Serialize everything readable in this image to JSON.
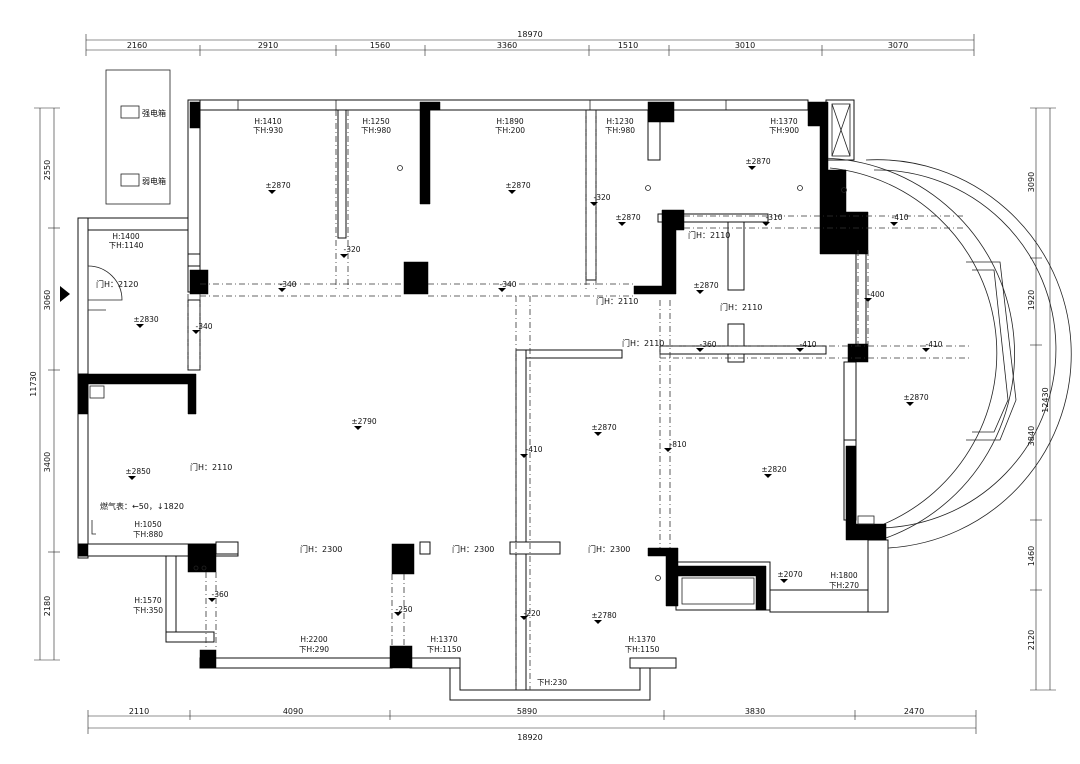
{
  "dimensions": {
    "top_total": "18970",
    "top": [
      "2160",
      "2910",
      "1560",
      "3360",
      "1510",
      "3010",
      "3070"
    ],
    "bottom": [
      "2110",
      "4090",
      "5890",
      "3830",
      "2470"
    ],
    "bottom_total": "18920",
    "left_total": "11730",
    "left": [
      "2550",
      "3060",
      "3400",
      "2180"
    ],
    "right_total": "12430",
    "right": [
      "3090",
      "1920",
      "3840",
      "1460",
      "2120"
    ]
  },
  "panels": {
    "strong": "强电箱",
    "weak": "弱电箱"
  },
  "heights": [
    {
      "id": "h1",
      "h": "H:1410",
      "low": "下H:930"
    },
    {
      "id": "h2",
      "h": "H:1250",
      "low": "下H:980"
    },
    {
      "id": "h3",
      "h": "H:1890",
      "low": "下H:200"
    },
    {
      "id": "h4",
      "h": "H:1230",
      "low": "下H:980"
    },
    {
      "id": "h5",
      "h": "H:1370",
      "low": "下H:900"
    },
    {
      "id": "h6",
      "h": "H:1400",
      "low": "下H:1140"
    },
    {
      "id": "h7",
      "h": "H:1050",
      "low": "下H:880"
    },
    {
      "id": "h8",
      "h": "H:1570",
      "low": "下H:350"
    },
    {
      "id": "h9",
      "h": "H:2200",
      "low": "下H:290"
    },
    {
      "id": "h10",
      "h": "H:1370",
      "low": "下H:1150"
    },
    {
      "id": "h11",
      "h": "H:1370",
      "low": "下H:1150"
    },
    {
      "id": "h12",
      "h": "H:1800",
      "low": "下H:270"
    }
  ],
  "lowers": [
    "下H:230"
  ],
  "doors": [
    "门H：2120",
    "门H：2110",
    "门H：2110",
    "门H：2110",
    "门H：2110",
    "门H：2110",
    "门H：2300",
    "门H：2300",
    "门H：2300"
  ],
  "elevations": [
    "±2870",
    "±2870",
    "±2870",
    "±2870",
    "±2870",
    "±2830",
    "±2790",
    "±2870",
    "±2820",
    "±2870",
    "±2850",
    "±2780",
    "±2070"
  ],
  "beams": [
    "-340",
    "-340",
    "-320",
    "-320",
    "-310",
    "-410",
    "-340",
    "-400",
    "-360",
    "-410",
    "-410",
    "-410",
    "-810",
    "-360",
    "-250",
    "-220"
  ],
  "gas_meter": "燃气表：←50，↓1820"
}
